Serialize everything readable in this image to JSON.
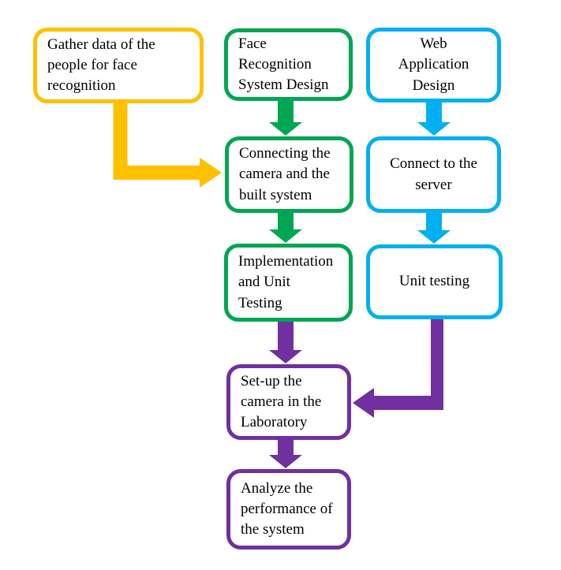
{
  "diagram": {
    "type": "flowchart",
    "background": "#FFFFFF"
  },
  "colors": {
    "yellow": "#FFC000",
    "green": "#00A651",
    "cyan": "#00B0F0",
    "purple": "#7030A0",
    "text": "#000000"
  },
  "nodes": {
    "gather_data": {
      "label": [
        "Gather data of the",
        "people for face",
        "recognition"
      ],
      "color": "yellow",
      "align": "left"
    },
    "face_recognition_design": {
      "label": [
        "Face",
        "Recognition",
        "System Design"
      ],
      "color": "green",
      "align": "left"
    },
    "web_application_design": {
      "label": [
        "Web",
        "Application",
        "Design"
      ],
      "color": "cyan",
      "align": "center"
    },
    "connecting_camera": {
      "label": [
        "Connecting the",
        "camera and the",
        "built system"
      ],
      "color": "green",
      "align": "left"
    },
    "connect_server": {
      "label": [
        "Connect to the",
        "server"
      ],
      "color": "cyan",
      "align": "center"
    },
    "implementation_testing": {
      "label": [
        "Implementation",
        "and Unit",
        "Testing"
      ],
      "color": "green",
      "align": "left"
    },
    "unit_testing": {
      "label": [
        "Unit testing"
      ],
      "color": "cyan",
      "align": "center"
    },
    "setup_camera": {
      "label": [
        "Set-up the",
        "camera in the",
        "Laboratory"
      ],
      "color": "purple",
      "align": "left"
    },
    "analyze_performance": {
      "label": [
        "Analyze the",
        "performance of",
        "the system"
      ],
      "color": "purple",
      "align": "left"
    }
  },
  "edges": [
    {
      "from": "gather_data",
      "to": "connecting_camera",
      "color": "yellow",
      "shape": "elbow-down-right"
    },
    {
      "from": "face_recognition_design",
      "to": "connecting_camera",
      "color": "green",
      "shape": "straight-down"
    },
    {
      "from": "web_application_design",
      "to": "connect_server",
      "color": "cyan",
      "shape": "straight-down"
    },
    {
      "from": "connecting_camera",
      "to": "implementation_testing",
      "color": "green",
      "shape": "straight-down"
    },
    {
      "from": "connect_server",
      "to": "unit_testing",
      "color": "cyan",
      "shape": "straight-down"
    },
    {
      "from": "implementation_testing",
      "to": "setup_camera",
      "color": "purple",
      "shape": "straight-down"
    },
    {
      "from": "unit_testing",
      "to": "setup_camera",
      "color": "purple",
      "shape": "elbow-down-left"
    },
    {
      "from": "setup_camera",
      "to": "analyze_performance",
      "color": "purple",
      "shape": "straight-down"
    }
  ]
}
